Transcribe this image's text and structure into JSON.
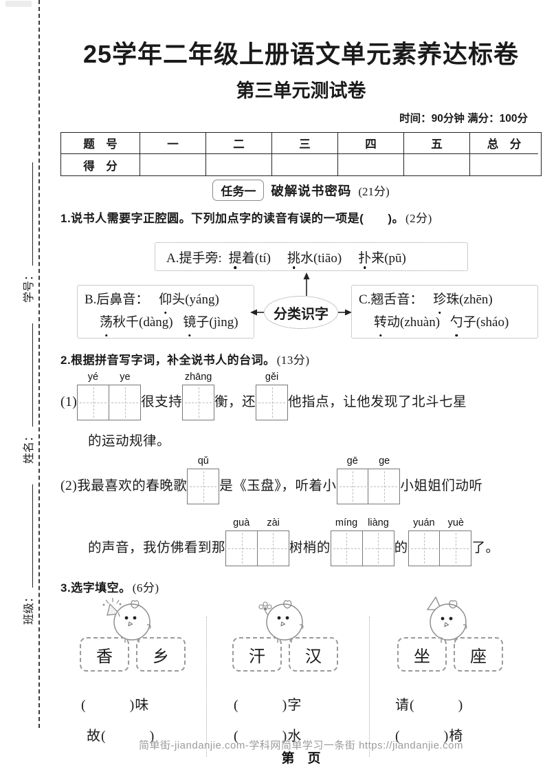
{
  "colors": {
    "ink": "#1a1a1a",
    "border_gray": "#8a8a8a",
    "watermark_gray": "#9b9b9b"
  },
  "page": {
    "title": "25学年二年级上册语文单元素养达标卷",
    "subtitle": "第三单元测试卷",
    "meta": "时间：90分钟 满分：100分",
    "watermark": "简单街-jiandanjie.com-学科网简单学习一条街 https://jiandanjie.com",
    "page_footer": "第　页"
  },
  "sidebar": {
    "class_label": "班级：",
    "name_label": "姓名：",
    "id_label": "学号："
  },
  "score_table": {
    "headers": [
      "题　号",
      "一",
      "二",
      "三",
      "四",
      "五",
      "总　分"
    ],
    "score_label": "得　分"
  },
  "task1": {
    "badge": "任务一",
    "title": "破解说书密码",
    "points": "(21分)"
  },
  "q1": {
    "stem": "1.说书人需要字正腔圆。下列加点字的读音有误的一项是(　　)。",
    "points": "(2分)",
    "hub": "分类识字",
    "boxA": {
      "label": "A.提手旁:",
      "items": [
        {
          "dot": "提",
          "rest": "着(tí)"
        },
        {
          "dot": "挑",
          "rest": "水(tiāo)"
        },
        {
          "dot": "扑",
          "rest": "来(pū)"
        }
      ]
    },
    "boxB": {
      "label": "B.后鼻音：",
      "line1": [
        {
          "dot": "仰",
          "rest": "头(yáng)"
        }
      ],
      "line2": [
        {
          "dot": "荡",
          "rest": "秋千(dàng)"
        },
        {
          "dot": "镜",
          "rest": "子(jìng)"
        }
      ]
    },
    "boxC": {
      "label": "C.翘舌音：",
      "line1": [
        {
          "dot": "珍",
          "rest": "珠(zhēn)"
        }
      ],
      "line2": [
        {
          "dot": "转",
          "rest": "动(zhuàn)"
        },
        {
          "dot": "勺",
          "rest": "子(sháo)"
        }
      ]
    }
  },
  "q2": {
    "stem": "2.根据拼音写字词，补全说书人的台词。",
    "points": "(13分)",
    "p1": {
      "num": "(1)",
      "box1_py": [
        "yé",
        "ye"
      ],
      "t1": "很支持",
      "box2_py": [
        "zhāng"
      ],
      "t2": "衡，还",
      "box3_py": [
        "gěi"
      ],
      "t3": "他指点，让他发现了北斗七星",
      "line2": "的运动规律。"
    },
    "p2": {
      "num": "(2)",
      "t0": "我最喜欢的春晚歌",
      "box1_py": [
        "qǔ"
      ],
      "t1": "是《玉盘》，听着小",
      "box2_py": [
        "gē",
        "ge"
      ],
      "t2": "小姐姐们动听",
      "l2_t0": "的声音，我仿佛看到那",
      "box3_py": [
        "guà",
        "zài"
      ],
      "l2_t1": "树梢的",
      "box4_py": [
        "míng",
        "liàng"
      ],
      "l2_t2": "的",
      "box5_py": [
        "yuán",
        "yuè"
      ],
      "l2_t3": "了。"
    }
  },
  "q3": {
    "stem": "3.选字填空。",
    "points": "(6分)",
    "groups": [
      {
        "char1": "香",
        "char2": "乡",
        "blank1": "(　　　)味",
        "blank2": "故(　　　)"
      },
      {
        "char1": "汗",
        "char2": "汉",
        "blank1": "(　　　)字",
        "blank2": "(　　　)水"
      },
      {
        "char1": "坐",
        "char2": "座",
        "blank1": "请(　　　)",
        "blank2": "(　　　)椅"
      }
    ]
  }
}
